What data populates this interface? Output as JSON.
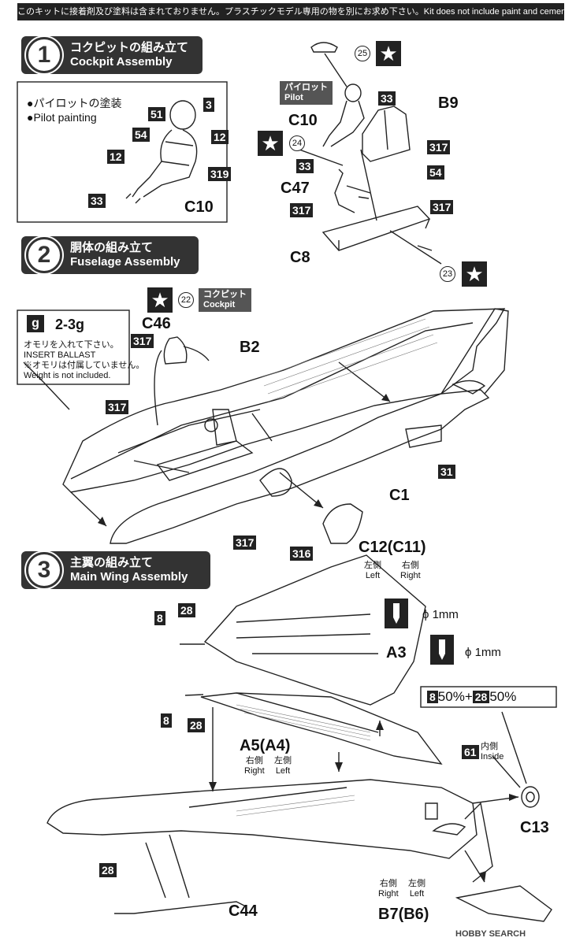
{
  "header": {
    "notice": "このキットに接着剤及び塗料は含まれておりません。プラスチックモデル専用の物を別にお求め下さい。Kit does not include paint and cement"
  },
  "steps": [
    {
      "num": "1",
      "jp": "コクピットの組み立て",
      "en": "Cockpit Assembly"
    },
    {
      "num": "2",
      "jp": "胴体の組み立て",
      "en": "Fuselage Assembly"
    },
    {
      "num": "3",
      "jp": "主翼の組み立て",
      "en": "Main Wing Assembly"
    }
  ],
  "pilot_box": {
    "jp": "●パイロットの塗装",
    "en": "●Pilot painting",
    "c51": "51",
    "c3": "3",
    "c54": "54",
    "c12a": "12",
    "c12b": "12",
    "c319": "319",
    "c33": "33",
    "part": "C10"
  },
  "cockpit": {
    "decal25": "25",
    "pilot_jp": "パイロット",
    "pilot_en": "Pilot",
    "c33a": "33",
    "b9": "B9",
    "c10": "C10",
    "c317a": "317",
    "c54": "54",
    "decal24": "24",
    "c33b": "33",
    "c47": "C47",
    "c317b": "317",
    "c317c": "317",
    "c8": "C8",
    "decal23": "23"
  },
  "fuselage": {
    "decal22": "22",
    "cockpit_jp": "コクピット",
    "cockpit_en": "Cockpit",
    "c46": "C46",
    "weight_icon": "g",
    "weight": "2-3g",
    "ballast_jp": "オモリを入れて下さい。",
    "ballast_en": "INSERT  BALLAST",
    "notincl_jp": "※オモリは付属していません。",
    "notincl_en": "Weight is not included.",
    "c317a": "317",
    "c317b": "317",
    "b2": "B2",
    "c31": "31",
    "c1": "C1",
    "c317c": "317",
    "c316": "316",
    "c12": "C12(C11)",
    "left_jp": "左側",
    "right_jp": "右側",
    "left_en": "Left",
    "right_en": "Right"
  },
  "wing": {
    "c8a": "8",
    "c28a": "28",
    "drill1": "ϕ 1mm",
    "drill2": "ϕ 1mm",
    "a3": "A3",
    "mix_a": "8",
    "mix_a_pct": "50%+",
    "mix_b": "28",
    "mix_b_pct": "50%",
    "c8b": "8",
    "c28b": "28",
    "a5": "A5(A4)",
    "right_jp": "右側",
    "left_jp": "左側",
    "right_en": "Right",
    "left_en": "Left",
    "c61": "61",
    "inside_jp": "内側",
    "inside_en": "Inside",
    "c13": "C13",
    "c28c": "28",
    "c44": "C44",
    "r_jp2": "右側",
    "l_jp2": "左側",
    "r_en2": "Right",
    "l_en2": "Left",
    "b7": "B7(B6)"
  },
  "watermark": "HOBBY SEARCH"
}
